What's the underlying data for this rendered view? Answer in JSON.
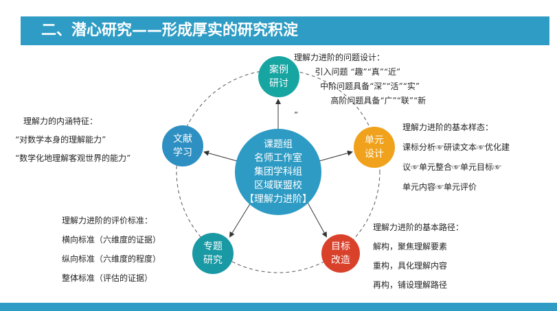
{
  "title": "二、潜心研究——形成厚实的研究积淀",
  "center": {
    "lines": [
      "课题组",
      "名师工作室",
      "集团学科组",
      "区域联盟校",
      "【理解力进阶】"
    ]
  },
  "nodes": [
    {
      "label": [
        "案例",
        "研讨"
      ],
      "color": "#17a5a2"
    },
    {
      "label": [
        "单元",
        "设计"
      ],
      "color": "#f0a21c"
    },
    {
      "label": [
        "目标",
        "改造"
      ],
      "color": "#d9412b"
    },
    {
      "label": [
        "专题",
        "研究"
      ],
      "color": "#1899a3"
    },
    {
      "label": [
        "文献",
        "学习"
      ],
      "color": "#2e8fc2"
    }
  ],
  "texts": {
    "case": [
      "理解力进阶的问题设计：",
      "        引入问题 “趣”“真”“近”",
      "          中阶问题具备“深”“活”“实”",
      "              高阶问题具备“广”“联”“新",
      "”"
    ],
    "unit": [
      "理解力进阶的基本样态：",
      "课标分析☞研读文本☞优化建",
      "议☞单元整合☞单元目标☞",
      "单元内容☞单元评价"
    ],
    "goal": [
      "理解力进阶的基本路径：",
      "解构，聚焦理解要素",
      "重构，具化理解内容",
      "再构，铺设理解路径"
    ],
    "topic": [
      "理解力进阶的评价标准：",
      "横向标准（六维度的证据）",
      "纵向标准（六维度的程度）",
      "整体标准（评估的证据）"
    ],
    "lit": [
      "理解力的内涵特征：",
      "“对数学本身的理解能力”",
      "“数学化地理解客观世界的能力”"
    ]
  }
}
